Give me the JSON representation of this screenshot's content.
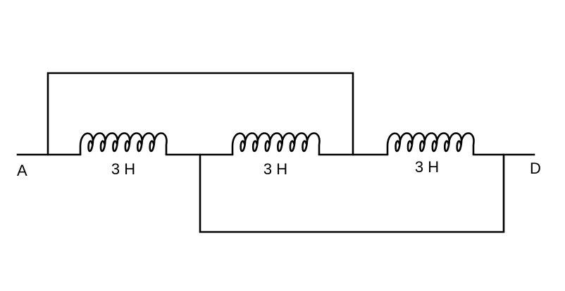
{
  "terminals": {
    "left": "A",
    "right": "D"
  },
  "inductors": [
    {
      "label": "3 H"
    },
    {
      "label": "3 H"
    },
    {
      "label": "3 H"
    }
  ],
  "colors": {
    "stroke": "#000000",
    "background": "#ffffff"
  }
}
